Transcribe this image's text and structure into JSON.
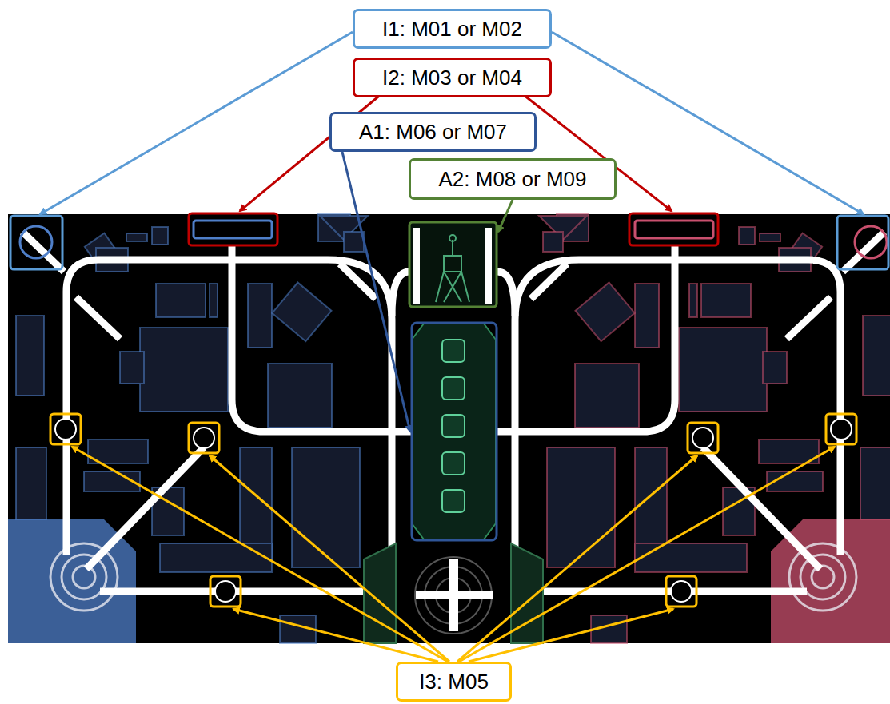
{
  "diagram": {
    "nodes": [
      {
        "text": [
          "I1: M01 or M02"
        ]
      },
      {
        "text": [
          "I2: M03 or M04"
        ]
      },
      {
        "text": [
          "A1: M06 or M07"
        ]
      },
      {
        "text": [
          "A2: M08 or M09"
        ]
      },
      {
        "text": [
          "I3: M05"
        ]
      }
    ]
  }
}
